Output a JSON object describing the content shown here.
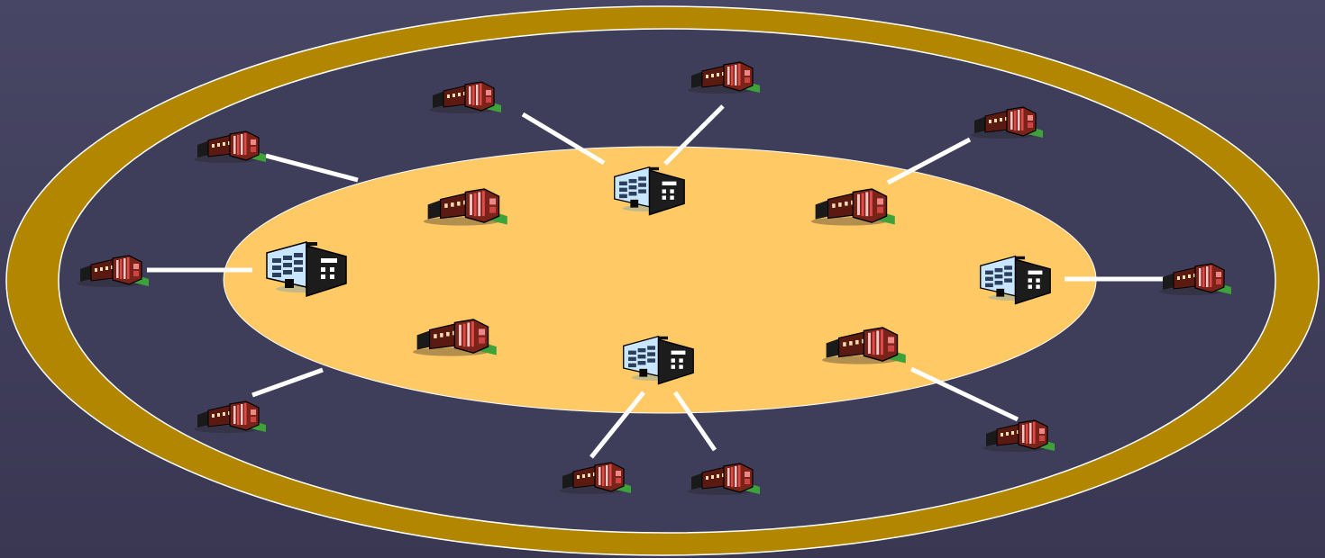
{
  "colors": {
    "background": "#42415d",
    "outer_ring": "#b38600",
    "inner_core": "#ffc966",
    "connector": "#ffffff",
    "factory_body": "#5a1a12",
    "factory_stripes": "#c53a3a",
    "factory_ground": "#3da23a",
    "office_facade": "#c8e6ff",
    "office_side": "#1c1c1c"
  },
  "icons": {
    "office": "office-building-icon",
    "factory": "factory-icon"
  },
  "diagram": {
    "core_offices": 4,
    "inner_factories": 4,
    "outer_factories": 10,
    "connectors": 10
  }
}
